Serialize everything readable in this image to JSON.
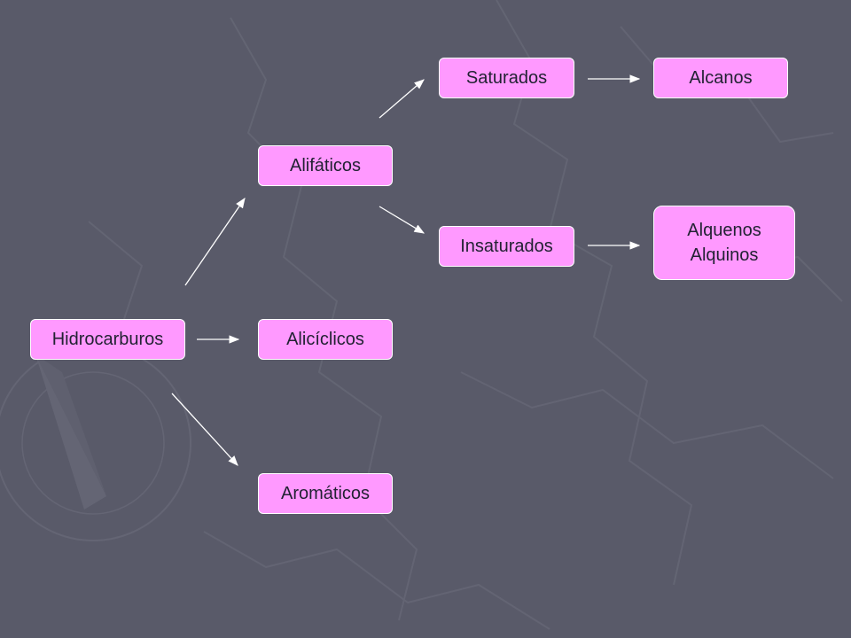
{
  "colors": {
    "background": "#595a69",
    "node_fill": "#ff99ff",
    "node_border": "#ffffff",
    "arrow": "#ffffff",
    "text": "#222233"
  },
  "nodes": {
    "hidrocarburos": "Hidrocarburos",
    "alifaticos": "Alifáticos",
    "aliciclicos": "Alicíclicos",
    "aromaticos": "Aromáticos",
    "saturados": "Saturados",
    "insaturados": "Insaturados",
    "alcanos": "Alcanos",
    "alquenos": "Alquenos",
    "alquinos": "Alquinos"
  },
  "edges": [
    {
      "from": "Hidrocarburos",
      "to": "Alifáticos"
    },
    {
      "from": "Hidrocarburos",
      "to": "Alicíclicos"
    },
    {
      "from": "Hidrocarburos",
      "to": "Aromáticos"
    },
    {
      "from": "Alifáticos",
      "to": "Saturados"
    },
    {
      "from": "Alifáticos",
      "to": "Insaturados"
    },
    {
      "from": "Saturados",
      "to": "Alcanos"
    },
    {
      "from": "Insaturados",
      "to": "Alquenos / Alquinos"
    }
  ]
}
